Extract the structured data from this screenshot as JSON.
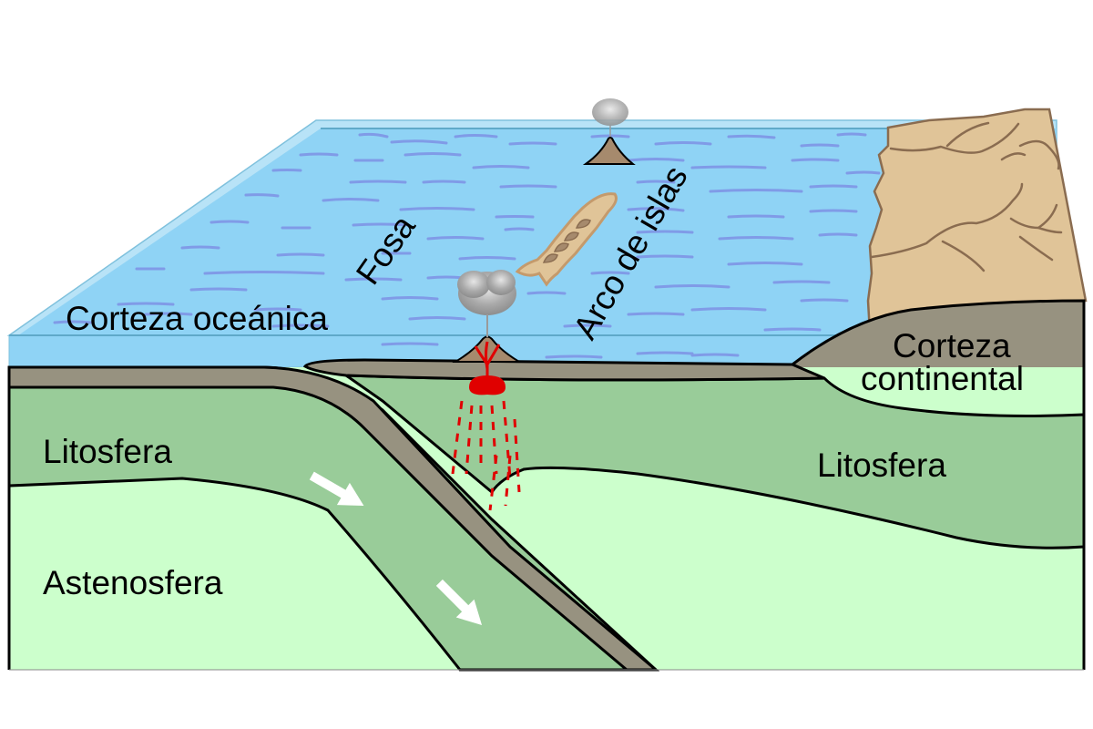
{
  "diagram": {
    "type": "subduction-zone-block-diagram",
    "labels": {
      "oceanic_crust": "Corteza oceánica",
      "trench": "Fosa",
      "island_arc": "Arco de islas",
      "continental_crust_line1": "Corteza",
      "continental_crust_line2": "continental",
      "lithosphere_left": "Litosfera",
      "lithosphere_right": "Litosfera",
      "asthenosphere": "Astenosfera"
    },
    "colors": {
      "ocean": "#8fd3f5",
      "ocean_edge": "#b8e3f7",
      "wave": "#7f95e6",
      "crust": "#979280",
      "lithosphere": "#99cc99",
      "asthenosphere": "#ccffcc",
      "continent_land": "#e0c498",
      "land_outline": "#8a6c50",
      "magma": "#e00000",
      "arrow": "#ffffff",
      "smoke": "#a8a8a8"
    }
  }
}
